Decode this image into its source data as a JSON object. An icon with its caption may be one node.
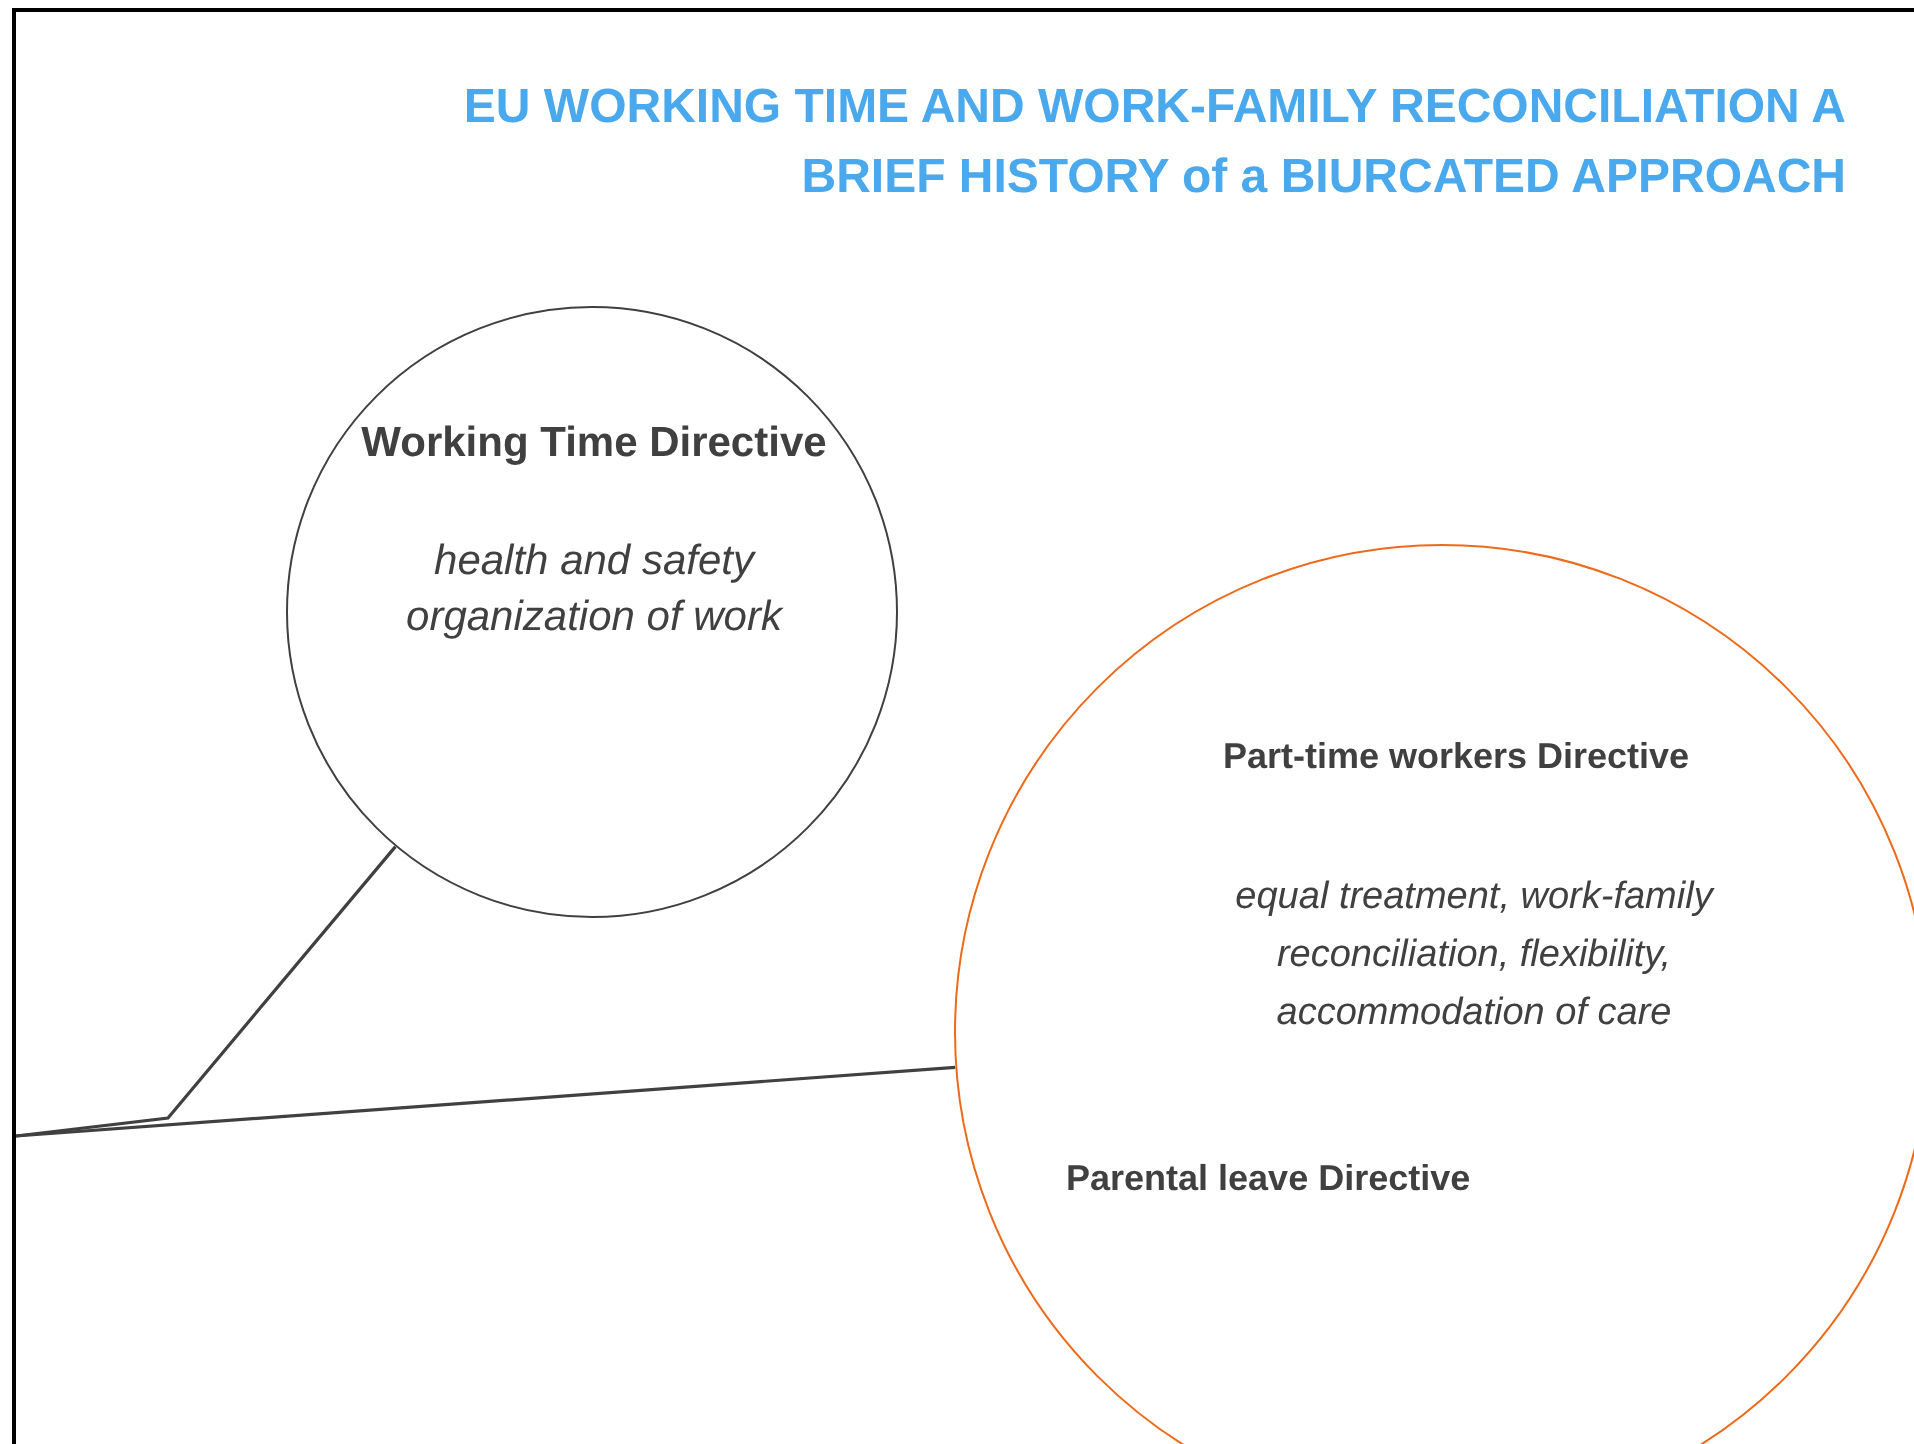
{
  "diagram": {
    "title": "EU WORKING TIME AND WORK-FAMILY RECONCILIATION A BRIEF HISTORY of a BIURCATED APPROACH",
    "nodes": [
      {
        "text": [
          "Working Time Directive",
          "health and safety organization of work"
        ]
      },
      {
        "text": [
          "Part-time workers Directive",
          "equal treatment, work-family reconciliation, flexibility, accommodation of care",
          "Parental leave Directive"
        ]
      }
    ],
    "edges": [
      {
        "from": null,
        "to": 0,
        "arrow": "none"
      },
      {
        "from": null,
        "to": 1,
        "arrow": "none"
      }
    ]
  }
}
